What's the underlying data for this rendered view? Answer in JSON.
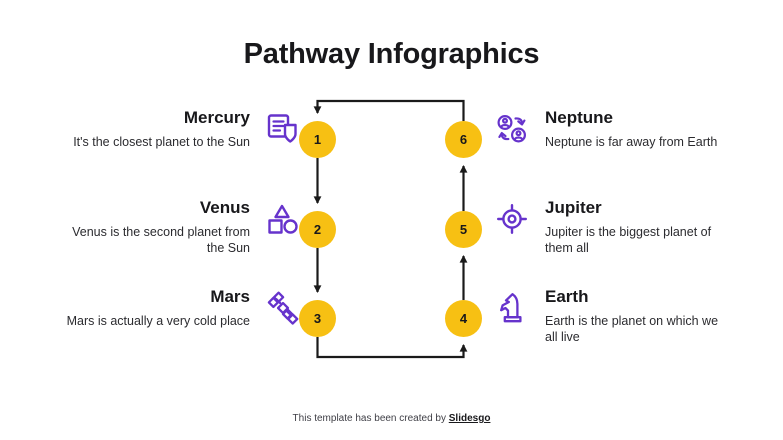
{
  "slide": {
    "title": "Pathway Infographics",
    "background_color": "#FFFFFF"
  },
  "colors": {
    "node_fill": "#F7C013",
    "icon_purple": "#6633CC",
    "connector": "#1A1A1A",
    "title_text": "#18181B",
    "body_text": "#2B2B2F"
  },
  "nodes": [
    {
      "number": "1",
      "planet": "Mercury"
    },
    {
      "number": "2",
      "planet": "Venus"
    },
    {
      "number": "3",
      "planet": "Mars"
    },
    {
      "number": "4",
      "planet": "Earth"
    },
    {
      "number": "5",
      "planet": "Jupiter"
    },
    {
      "number": "6",
      "planet": "Neptune"
    }
  ],
  "entries": {
    "mercury": {
      "title": "Mercury",
      "description": "It's the closest planet to the Sun",
      "icon": "document-shield-icon",
      "number": "1",
      "side": "left"
    },
    "venus": {
      "title": "Venus",
      "description": "Venus is the second planet from the Sun",
      "icon": "shapes-icon",
      "number": "2",
      "side": "left"
    },
    "mars": {
      "title": "Mars",
      "description": "Mars is actually a very cold place",
      "icon": "satellite-icon",
      "number": "3",
      "side": "left"
    },
    "earth": {
      "title": "Earth",
      "description": "Earth is the planet on which we all live",
      "icon": "chess-knight-icon",
      "number": "4",
      "side": "right"
    },
    "jupiter": {
      "title": "Jupiter",
      "description": "Jupiter is the biggest planet of them all",
      "icon": "target-crosshair-icon",
      "number": "5",
      "side": "right"
    },
    "neptune": {
      "title": "Neptune",
      "description": "Neptune is far away from Earth",
      "icon": "user-exchange-icon",
      "number": "6",
      "side": "right"
    }
  },
  "flow": {
    "description": "6 to 1 across top, 1 to 2 to 3 down left column, 3 to 4 across bottom, 4 to 5 to 6 up right column",
    "segments": [
      "6-to-1-top",
      "1-to-2",
      "2-to-3",
      "3-to-4-bottom",
      "4-to-5",
      "5-to-6"
    ]
  },
  "footer": {
    "text": "This template has been created by ",
    "brand": "Slidesgo"
  }
}
